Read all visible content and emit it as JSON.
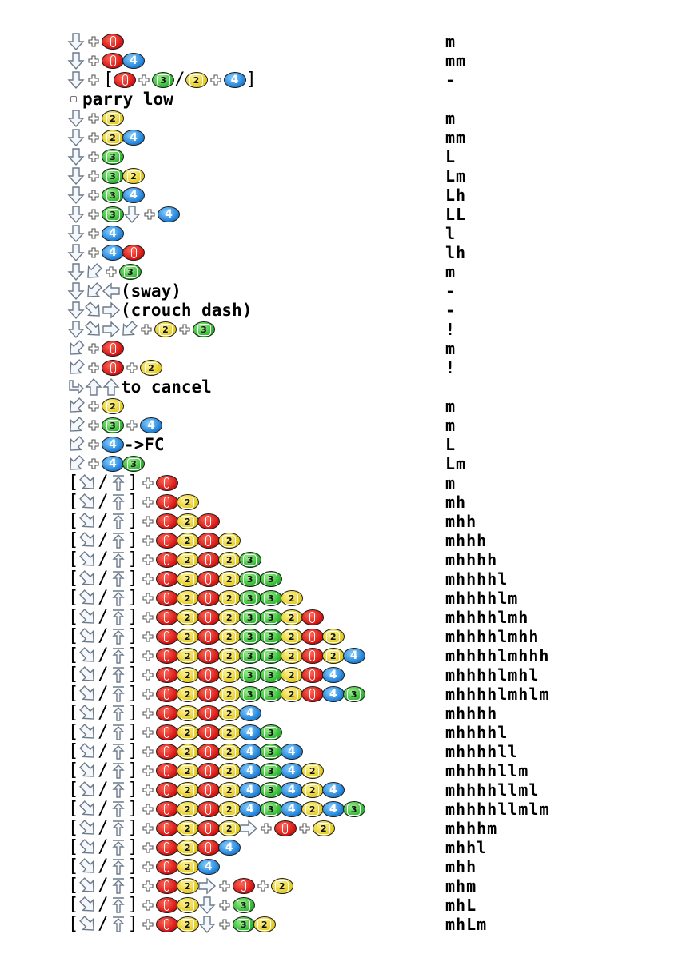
{
  "rows": [
    {
      "tokens": [
        "d",
        "+",
        "1"
      ],
      "level": "m"
    },
    {
      "tokens": [
        "d",
        "+",
        "1",
        "4"
      ],
      "level": "mm"
    },
    {
      "tokens": [
        "d",
        "+",
        "[",
        "1",
        "+",
        "3",
        "/",
        "2",
        "+",
        "4",
        "]"
      ],
      "level": "-"
    },
    {
      "tokens": [
        "bullet",
        "t:parry low"
      ],
      "level": ""
    },
    {
      "tokens": [
        "d",
        "+",
        "2"
      ],
      "level": "m"
    },
    {
      "tokens": [
        "d",
        "+",
        "2",
        "4"
      ],
      "level": "mm"
    },
    {
      "tokens": [
        "d",
        "+",
        "3"
      ],
      "level": "L"
    },
    {
      "tokens": [
        "d",
        "+",
        "3",
        "2"
      ],
      "level": "Lm"
    },
    {
      "tokens": [
        "d",
        "+",
        "3",
        "4"
      ],
      "level": "Lh"
    },
    {
      "tokens": [
        "d",
        "+",
        "3",
        "d",
        "+",
        "4"
      ],
      "level": "LL"
    },
    {
      "tokens": [
        "d",
        "+",
        "4"
      ],
      "level": "l"
    },
    {
      "tokens": [
        "d",
        "+",
        "4",
        "1"
      ],
      "level": "lh"
    },
    {
      "tokens": [
        "d",
        "db",
        "+",
        "3"
      ],
      "level": "m"
    },
    {
      "tokens": [
        "d",
        "db",
        "b",
        "t:(sway)"
      ],
      "level": "-"
    },
    {
      "tokens": [
        "d",
        "df",
        "f",
        "t:(crouch dash)"
      ],
      "level": " -"
    },
    {
      "tokens": [
        "d",
        "df",
        "f",
        "db",
        "+",
        "2",
        "+",
        "3"
      ],
      "level": "!"
    },
    {
      "tokens": [
        "db",
        "+",
        "1"
      ],
      "level": "m"
    },
    {
      "tokens": [
        "db",
        "+",
        "1",
        "+",
        "2"
      ],
      "level": "!"
    },
    {
      "tokens": [
        "sub",
        "u",
        "u",
        "t:to cancel"
      ],
      "level": ""
    },
    {
      "tokens": [
        "db",
        "+",
        "2"
      ],
      "level": "m"
    },
    {
      "tokens": [
        "db",
        "+",
        "3",
        "+",
        "4"
      ],
      "level": "m"
    },
    {
      "tokens": [
        "db",
        "+",
        "4",
        "t:->FC"
      ],
      "level": "L"
    },
    {
      "tokens": [
        "db",
        "+",
        "4",
        "3"
      ],
      "level": "Lm"
    },
    {
      "tokens": [
        "[",
        "df",
        "/",
        "uu",
        "]",
        "+",
        "1"
      ],
      "level": "m"
    },
    {
      "tokens": [
        "[",
        "df",
        "/",
        "uu",
        "]",
        "+",
        "1",
        "2"
      ],
      "level": "mh"
    },
    {
      "tokens": [
        "[",
        "df",
        "/",
        "uu",
        "]",
        "+",
        "1",
        "2",
        "1"
      ],
      "level": "mhh"
    },
    {
      "tokens": [
        "[",
        "df",
        "/",
        "uu",
        "]",
        "+",
        "1",
        "2",
        "1",
        "2"
      ],
      "level": "mhhh"
    },
    {
      "tokens": [
        "[",
        "df",
        "/",
        "uu",
        "]",
        "+",
        "1",
        "2",
        "1",
        "2",
        "3"
      ],
      "level": "mhhhh"
    },
    {
      "tokens": [
        "[",
        "df",
        "/",
        "uu",
        "]",
        "+",
        "1",
        "2",
        "1",
        "2",
        "3",
        "3"
      ],
      "level": "mhhhhl"
    },
    {
      "tokens": [
        "[",
        "df",
        "/",
        "uu",
        "]",
        "+",
        "1",
        "2",
        "1",
        "2",
        "3",
        "3",
        "2"
      ],
      "level": "mhhhhlm"
    },
    {
      "tokens": [
        "[",
        "df",
        "/",
        "uu",
        "]",
        "+",
        "1",
        "2",
        "1",
        "2",
        "3",
        "3",
        "2",
        "1"
      ],
      "level": "mhhhhlmh"
    },
    {
      "tokens": [
        "[",
        "df",
        "/",
        "uu",
        "]",
        "+",
        "1",
        "2",
        "1",
        "2",
        "3",
        "3",
        "2",
        "1",
        "2"
      ],
      "level": "mhhhhlmhh"
    },
    {
      "tokens": [
        "[",
        "df",
        "/",
        "uu",
        "]",
        "+",
        "1",
        "2",
        "1",
        "2",
        "3",
        "3",
        "2",
        "1",
        "2",
        "4"
      ],
      "level": "mhhhhlmhhh"
    },
    {
      "tokens": [
        "[",
        "df",
        "/",
        "uu",
        "]",
        "+",
        "1",
        "2",
        "1",
        "2",
        "3",
        "3",
        "2",
        "1",
        "4"
      ],
      "level": "mhhhhlmhl"
    },
    {
      "tokens": [
        "[",
        "df",
        "/",
        "uu",
        "]",
        "+",
        "1",
        "2",
        "1",
        "2",
        "3",
        "3",
        "2",
        "1",
        "4",
        "3"
      ],
      "level": "mhhhhlmhlm"
    },
    {
      "tokens": [
        "[",
        "df",
        "/",
        "uu",
        "]",
        "+",
        "1",
        "2",
        "1",
        "2",
        "4"
      ],
      "level": "mhhhh"
    },
    {
      "tokens": [
        "[",
        "df",
        "/",
        "uu",
        "]",
        "+",
        "1",
        "2",
        "1",
        "2",
        "4",
        "3"
      ],
      "level": "mhhhhl"
    },
    {
      "tokens": [
        "[",
        "df",
        "/",
        "uu",
        "]",
        "+",
        "1",
        "2",
        "1",
        "2",
        "4",
        "3",
        "4"
      ],
      "level": "mhhhhll"
    },
    {
      "tokens": [
        "[",
        "df",
        "/",
        "uu",
        "]",
        "+",
        "1",
        "2",
        "1",
        "2",
        "4",
        "3",
        "4",
        "2"
      ],
      "level": "mhhhhllm"
    },
    {
      "tokens": [
        "[",
        "df",
        "/",
        "uu",
        "]",
        "+",
        "1",
        "2",
        "1",
        "2",
        "4",
        "3",
        "4",
        "2",
        "4"
      ],
      "level": "mhhhhllml"
    },
    {
      "tokens": [
        "[",
        "df",
        "/",
        "uu",
        "]",
        "+",
        "1",
        "2",
        "1",
        "2",
        "4",
        "3",
        "4",
        "2",
        "4",
        "3"
      ],
      "level": "mhhhhllmlm"
    },
    {
      "tokens": [
        "[",
        "df",
        "/",
        "uu",
        "]",
        "+",
        "1",
        "2",
        "1",
        "2",
        "f",
        "+",
        "1",
        "+",
        "2"
      ],
      "level": "mhhhm"
    },
    {
      "tokens": [
        "[",
        "df",
        "/",
        "uu",
        "]",
        "+",
        "1",
        "2",
        "1",
        "4"
      ],
      "level": "mhhl"
    },
    {
      "tokens": [
        "[",
        "df",
        "/",
        "uu",
        "]",
        "+",
        "1",
        "2",
        "4"
      ],
      "level": "mhh"
    },
    {
      "tokens": [
        "[",
        "df",
        "/",
        "uu",
        "]",
        "+",
        "1",
        "2",
        "f",
        "+",
        "1",
        "+",
        "2"
      ],
      "level": "mhm"
    },
    {
      "tokens": [
        "[",
        "df",
        "/",
        "uu",
        "]",
        "+",
        "1",
        "2",
        "d",
        "+",
        "3"
      ],
      "level": "mhL"
    },
    {
      "tokens": [
        "[",
        "df",
        "/",
        "uu",
        "]",
        "+",
        "1",
        "2",
        "d",
        "+",
        "3",
        "2"
      ],
      "level": "mhLm"
    }
  ]
}
